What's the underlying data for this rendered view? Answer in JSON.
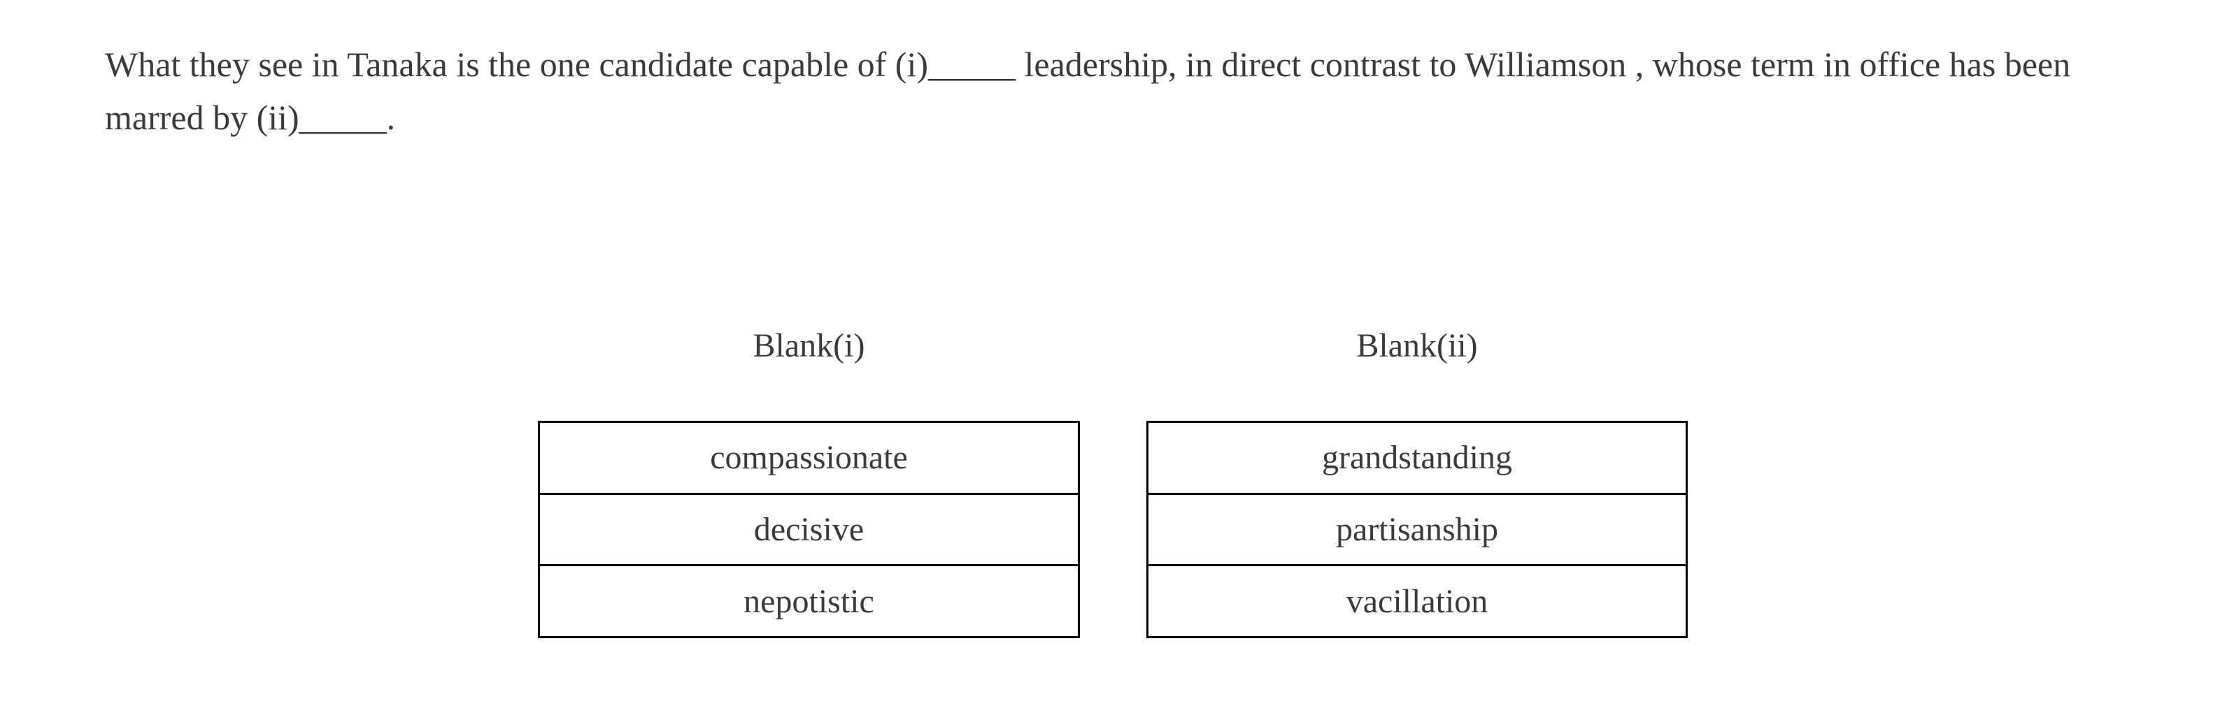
{
  "question": {
    "part1": "What they see in Tanaka is the one candidate capable of (i)",
    "blank1": "_____",
    "part2": " leadership, in direct contrast to Williamson , whose term in office has been marred by (ii)",
    "blank2": "_____",
    "part3": "."
  },
  "columns": [
    {
      "label": "Blank(i)",
      "options": [
        "compassionate",
        "decisive",
        "nepotistic"
      ]
    },
    {
      "label": "Blank(ii)",
      "options": [
        "grandstanding",
        "partisanship",
        "vacillation"
      ]
    }
  ],
  "colors": {
    "background": "#ffffff",
    "text": "#3a3a3a",
    "table_border": "#000000"
  }
}
